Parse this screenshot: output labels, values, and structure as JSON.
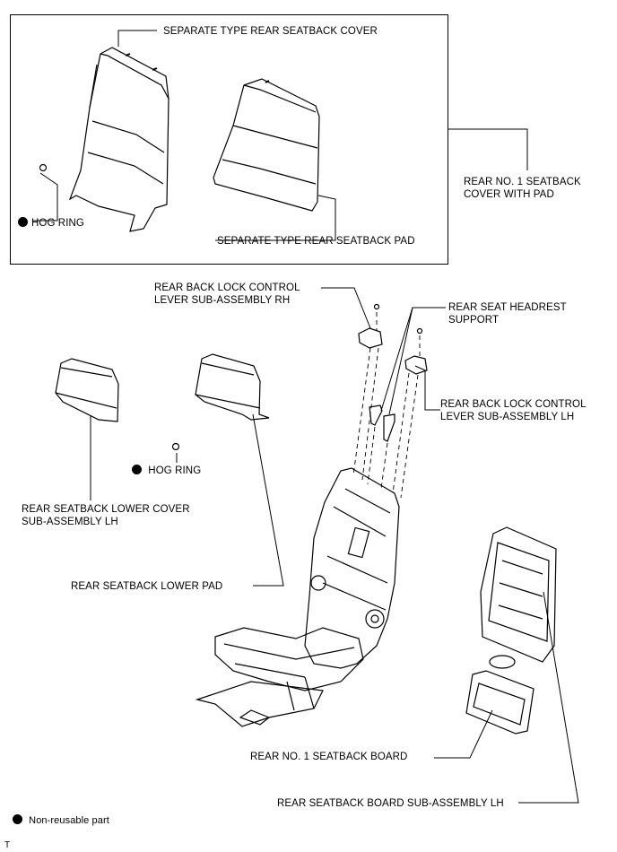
{
  "labels": {
    "cover": "SEPARATE TYPE REAR SEATBACK COVER",
    "pad": "SEPARATE TYPE REAR SEATBACK PAD",
    "hog_ring_top": "HOG RING",
    "cover_with_pad": "REAR NO. 1 SEATBACK\nCOVER WITH PAD",
    "lock_lever_rh": "REAR BACK LOCK CONTROL\nLEVER SUB-ASSEMBLY RH",
    "headrest_support": "REAR SEAT HEADREST\nSUPPORT",
    "lock_lever_lh": "REAR BACK LOCK CONTROL\nLEVER SUB-ASSEMBLY LH",
    "hog_ring_mid": "HOG RING",
    "lower_cover": "REAR SEATBACK LOWER COVER\nSUB-ASSEMBLY LH",
    "lower_pad": "REAR SEATBACK LOWER PAD",
    "seatback_board": "REAR NO. 1 SEATBACK BOARD",
    "board_subassembly": "REAR SEATBACK BOARD SUB-ASSEMBLY LH",
    "legend": "Non-reusable part",
    "corner_mark": "T"
  }
}
